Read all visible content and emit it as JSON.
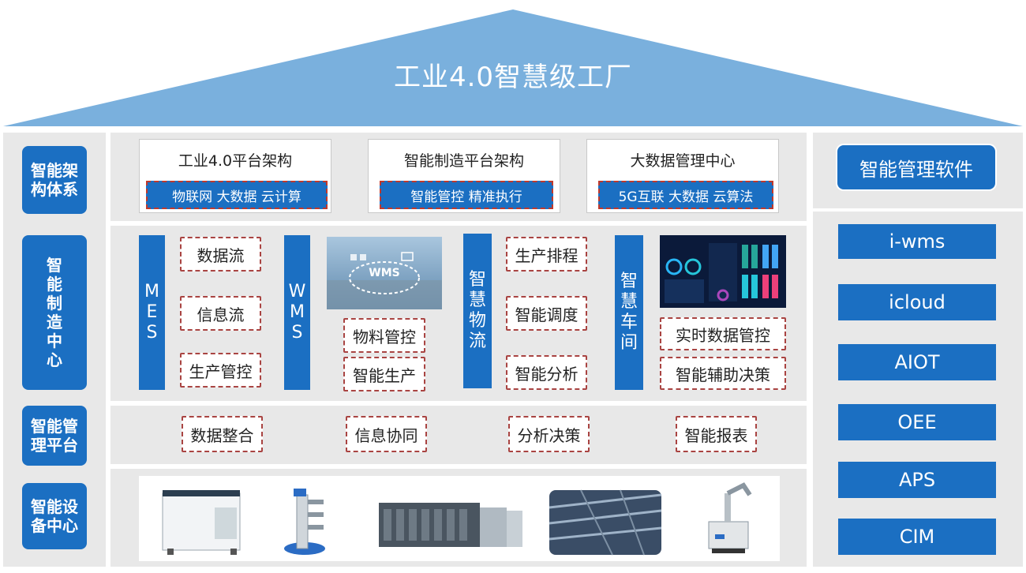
{
  "roof": {
    "title": "工业4.0智慧级工厂"
  },
  "left_labels": [
    {
      "name": "智能架构体系",
      "lines": [
        "智能架",
        "构体系"
      ]
    },
    {
      "name": "智能制造中心",
      "chars": [
        "智",
        "能",
        "制",
        "造",
        "中",
        "心"
      ]
    },
    {
      "name": "智能管理平台",
      "lines": [
        "智能管",
        "理平台"
      ]
    },
    {
      "name": "智能设备中心",
      "lines": [
        "智能设",
        "备中心"
      ]
    }
  ],
  "platforms": [
    {
      "title": "工业4.0平台架构",
      "strip": "物联网   大数据   云计算"
    },
    {
      "title": "智能制造平台架构",
      "strip": "智能管控    精准执行"
    },
    {
      "title": "大数据管理中心",
      "strip": "5G互联  大数据  云算法"
    }
  ],
  "manufacturing": {
    "mes": {
      "chars": [
        "M",
        "E",
        "S"
      ],
      "items": [
        "数据流",
        "信息流",
        "生产管控"
      ]
    },
    "wms": {
      "chars": [
        "W",
        "M",
        "S"
      ],
      "image_label": "WMS",
      "items": [
        "物料管控",
        "智能生产"
      ]
    },
    "logistics": {
      "chars": [
        "智",
        "慧",
        "物",
        "流"
      ],
      "items": [
        "生产排程",
        "智能调度",
        "智能分析"
      ]
    },
    "workshop": {
      "chars": [
        "智",
        "慧",
        "车",
        "间"
      ],
      "items": [
        "实时数据管控",
        "智能辅助决策"
      ]
    }
  },
  "management": {
    "items": [
      "数据整合",
      "信息协同",
      "分析决策",
      "智能报表"
    ]
  },
  "software": {
    "title": "智能管理软件",
    "items": [
      "i-wms",
      "icloud",
      "AIOT",
      "OEE",
      "APS",
      "CIM"
    ]
  },
  "colors": {
    "primary": "#1b6fc2",
    "roof": "#7ab0dd",
    "band": "#e8e8e8",
    "dash": "#a94442"
  }
}
